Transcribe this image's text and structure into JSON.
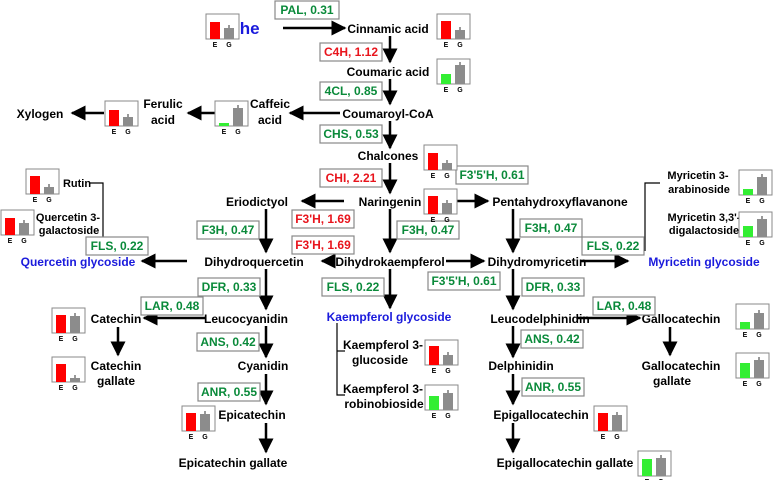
{
  "colors": {
    "up": "#e8141c",
    "down": "#0a8a3a",
    "blue": "#1a1adc",
    "e_bar": "#ff0000",
    "e_bar_low": "#33ee33",
    "g_bar": "#8c8c8c",
    "box": "#888888"
  },
  "phe": "Phe",
  "metabolites": {
    "cinnamic": "Cinnamic acid",
    "coumaric": "Coumaric acid",
    "coumaroyl": "Coumaroyl-CoA",
    "caffeic_1": "Caffeic",
    "caffeic_2": "acid",
    "ferulic_1": "Ferulic",
    "ferulic_2": "acid",
    "xylogen": "Xylogen",
    "chalcones": "Chalcones",
    "naringenin": "Naringenin",
    "eriodictyol": "Eriodictyol",
    "pentahydroxy": "Pentahydroxyflavanone",
    "rutin": "Rutin",
    "quercetin_gal_1": "Quercetin 3-",
    "quercetin_gal_2": "galactoside",
    "myricetin_arab_1": "Myricetin 3-",
    "myricetin_arab_2": "arabinoside",
    "myricetin_digal_1": "Myricetin 3,3'-",
    "myricetin_digal_2": "digalactoside",
    "dihydroquercetin": "Dihydroquercetin",
    "dihydrokaempferol": "Dihydrokaempferol",
    "dihydromyricetin": "Dihydromyricetin",
    "leucocyanidin": "Leucocyanidin",
    "leucodelphinidin": "Leucodelphinidin",
    "catechin": "Catechin",
    "catechin_gallate_1": "Catechin",
    "catechin_gallate_2": "gallate",
    "gallocatechin": "Gallocatechin",
    "gallocatechin_gallate_1": "Gallocatechin",
    "gallocatechin_gallate_2": "gallate",
    "cyanidin": "Cyanidin",
    "delphinidin": "Delphinidin",
    "epicatechin": "Epicatechin",
    "epicatechin_gallate": "Epicatechin gallate",
    "epigallocatechin": "Epigallocatechin",
    "epigallocatechin_gallate": "Epigallocatechin gallate",
    "kaempferol_glu_1": "Kaempferol 3-",
    "kaempferol_glu_2": "glucoside",
    "kaempferol_rob_1": "Kaempferol 3-",
    "kaempferol_rob_2": "robinobioside"
  },
  "glycosides": {
    "quercetin": "Quercetin glycoside",
    "myricetin": "Myricetin glycoside",
    "kaempferol": "Kaempferol glycoside"
  },
  "enzymes": {
    "pal": {
      "label": "PAL, 0.31",
      "dir": "down"
    },
    "c4h": {
      "label": "C4H, 1.12",
      "dir": "up"
    },
    "4cl": {
      "label": "4CL, 0.85",
      "dir": "down"
    },
    "chs": {
      "label": "CHS, 0.53",
      "dir": "down"
    },
    "chi": {
      "label": "CHI, 2.21",
      "dir": "up"
    },
    "f35h_top": {
      "label": "F3'5'H, 0.61",
      "dir": "down"
    },
    "f3h_left": {
      "label": "F3H, 0.47",
      "dir": "down"
    },
    "f3h_mid": {
      "label": "F3H, 0.47",
      "dir": "down"
    },
    "f3h_right": {
      "label": "F3H, 0.47",
      "dir": "down"
    },
    "f3ph_top": {
      "label": "F3'H, 1.69",
      "dir": "up"
    },
    "f3ph_bot": {
      "label": "F3'H, 1.69",
      "dir": "up"
    },
    "fls_left": {
      "label": "FLS, 0.22",
      "dir": "down"
    },
    "fls_mid": {
      "label": "FLS, 0.22",
      "dir": "down"
    },
    "fls_right": {
      "label": "FLS, 0.22",
      "dir": "down"
    },
    "f35h_mid": {
      "label": "F3'5'H, 0.61",
      "dir": "down"
    },
    "dfr_left": {
      "label": "DFR, 0.33",
      "dir": "down"
    },
    "dfr_right": {
      "label": "DFR, 0.33",
      "dir": "down"
    },
    "lar_left": {
      "label": "LAR, 0.48",
      "dir": "down"
    },
    "lar_right": {
      "label": "LAR, 0.48",
      "dir": "down"
    },
    "ans_left": {
      "label": "ANS, 0.42",
      "dir": "down"
    },
    "ans_right": {
      "label": "ANS, 0.42",
      "dir": "down"
    },
    "anr_left": {
      "label": "ANR, 0.55",
      "dir": "down"
    },
    "anr_right": {
      "label": "ANR, 0.55",
      "dir": "down"
    }
  },
  "chart_axis_labels": [
    "E",
    "G"
  ],
  "bar_charts": [
    {
      "id": "phe",
      "e": 0.85,
      "g": 0.55,
      "e_low": false
    },
    {
      "id": "cinnamic",
      "e": 0.9,
      "g": 0.45,
      "e_low": false
    },
    {
      "id": "coumaric",
      "e": 0.5,
      "g": 0.95,
      "e_low": true
    },
    {
      "id": "caffeic",
      "e": 0.15,
      "g": 0.9,
      "e_low": true
    },
    {
      "id": "ferulic",
      "e": 0.8,
      "g": 0.45,
      "e_low": false
    },
    {
      "id": "chalcones",
      "e": 0.85,
      "g": 0.35,
      "e_low": false
    },
    {
      "id": "naringenin",
      "e": 0.9,
      "g": 0.55,
      "e_low": false
    },
    {
      "id": "rutin",
      "e": 0.9,
      "g": 0.35,
      "e_low": false
    },
    {
      "id": "quercetin_gal",
      "e": 0.85,
      "g": 0.6,
      "e_low": false
    },
    {
      "id": "myricetin_arab",
      "e": 0.3,
      "g": 0.9,
      "e_low": true
    },
    {
      "id": "myricetin_digal",
      "e": 0.55,
      "g": 0.9,
      "e_low": true
    },
    {
      "id": "catechin",
      "e": 0.9,
      "g": 0.85,
      "e_low": false
    },
    {
      "id": "catechin_gallate",
      "e": 0.9,
      "g": 0.2,
      "e_low": false
    },
    {
      "id": "gallocatechin",
      "e": 0.35,
      "g": 0.8,
      "e_low": true
    },
    {
      "id": "gallocatechin_gallate",
      "e": 0.75,
      "g": 0.9,
      "e_low": true
    },
    {
      "id": "epicatechin",
      "e": 0.9,
      "g": 0.85,
      "e_low": false
    },
    {
      "id": "epigallocatechin",
      "e": 0.9,
      "g": 0.8,
      "e_low": false
    },
    {
      "id": "epigallocatechin_gallate",
      "e": 0.85,
      "g": 0.9,
      "e_low": true
    },
    {
      "id": "kaempferol_glu",
      "e": 0.95,
      "g": 0.5,
      "e_low": false
    },
    {
      "id": "kaempferol_rob",
      "e": 0.7,
      "g": 0.85,
      "e_low": true
    }
  ]
}
